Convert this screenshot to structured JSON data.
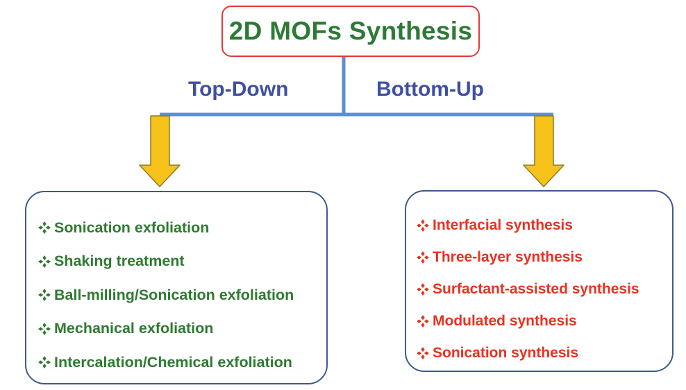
{
  "title": "2D MOFs Synthesis",
  "branches": {
    "left": "Top-Down",
    "right": "Bottom-Up"
  },
  "top_down": {
    "items": [
      "Sonication exfoliation",
      "Shaking treatment",
      "Ball-milling/Sonication exfoliation",
      "Mechanical exfoliation",
      "Intercalation/Chemical exfoliation"
    ]
  },
  "bottom_up": {
    "items": [
      "Interfacial synthesis",
      "Three-layer synthesis",
      "Surfactant-assisted synthesis",
      "Modulated synthesis",
      "Sonication synthesis"
    ]
  },
  "colors": {
    "title_text": "#2d7a36",
    "title_border": "#e03a3a",
    "branch_text": "#3f4fa3",
    "connector": "#5b8fd0",
    "arrow_fill": "#f7c21a",
    "arrow_stroke": "#8a7a2a",
    "panel_border": "#3e5a8a",
    "top_down_text": "#2e7a30",
    "bottom_up_text": "#e8321f"
  }
}
